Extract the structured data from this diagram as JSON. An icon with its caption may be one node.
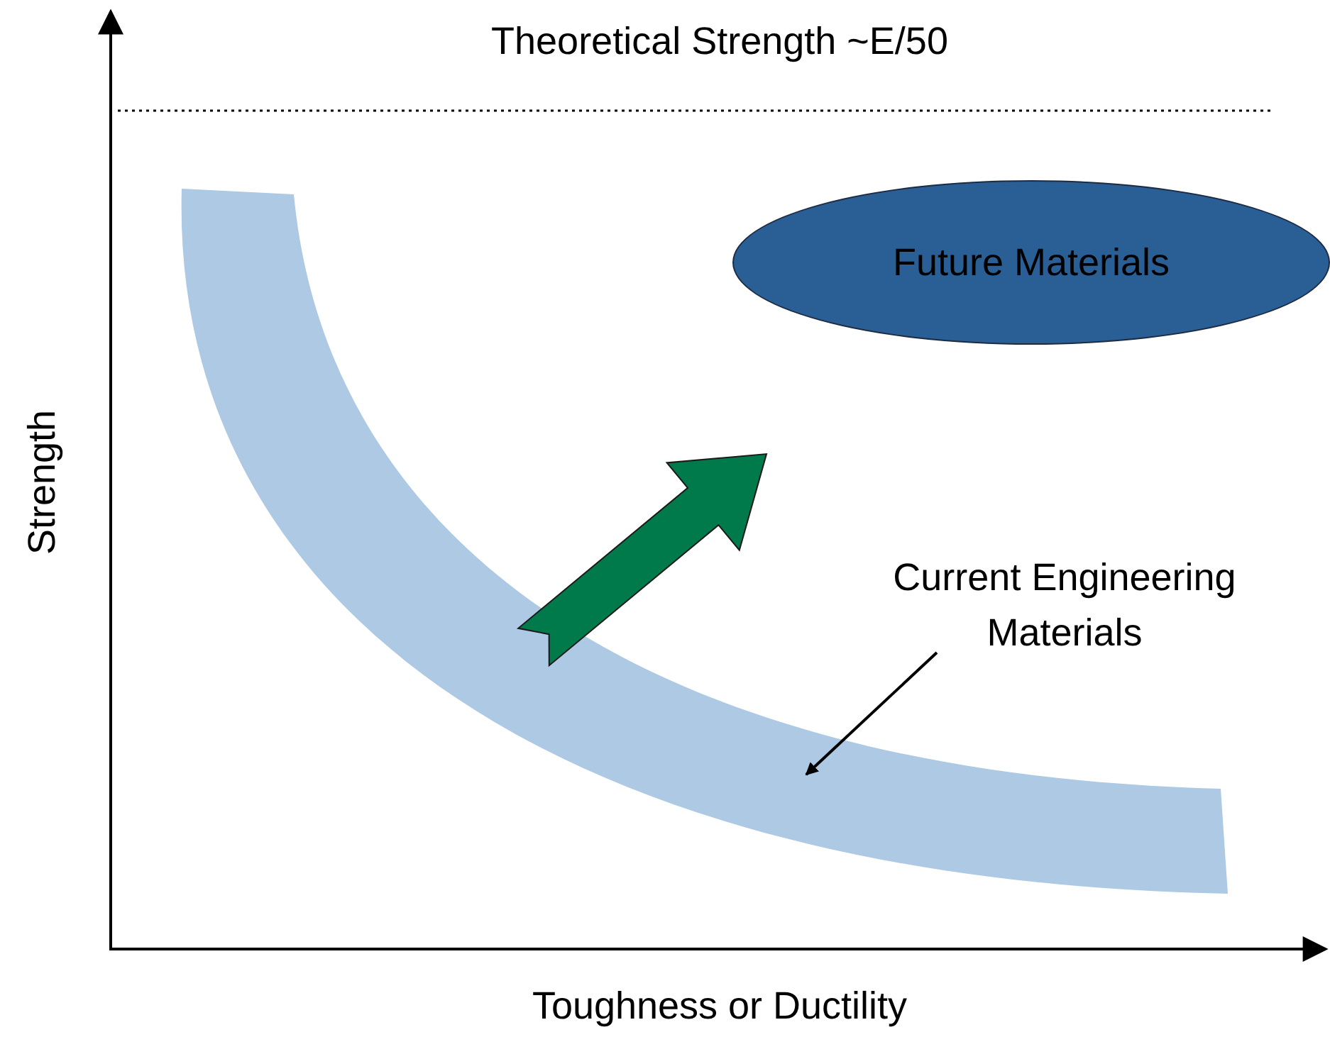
{
  "diagram": {
    "nodes": [
      {
        "text": [
          "Current Engineering Materials"
        ]
      },
      {
        "text": [],
        "shape": "band"
      },
      {
        "text": [
          "Future Materials"
        ]
      }
    ],
    "edges": [
      {
        "from": 0,
        "to": 1,
        "arrow": "to"
      },
      {
        "from": 1,
        "to": 2,
        "arrow": "to",
        "style": "thick",
        "color": "#007a4a"
      }
    ],
    "labels": [
      "Theoretical Strength ~E/50",
      "Strength",
      "Toughness or Ductility"
    ]
  }
}
